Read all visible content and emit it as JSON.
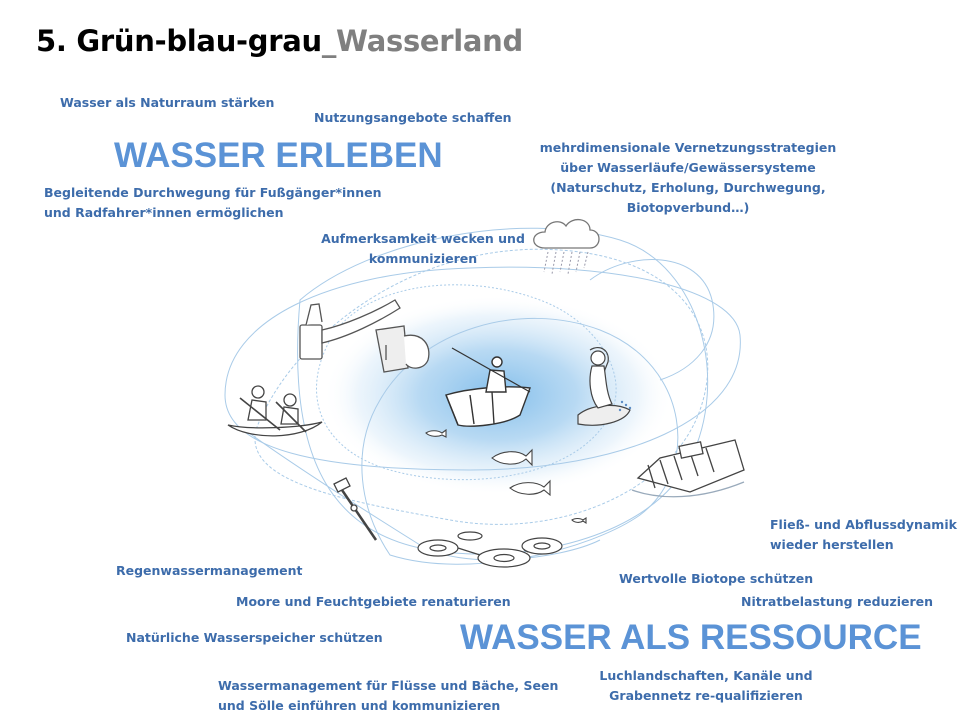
{
  "title": {
    "number": "5. Grün-blau-grau",
    "suffix": "_Wasserland"
  },
  "headings": {
    "erleben": "WASSER ERLEBEN",
    "ressource": "WASSER ALS RESSOURCE"
  },
  "labels": {
    "naturraum": "Wasser als Naturraum stärken",
    "nutzungsangebote": "Nutzungsangebote schaffen",
    "durchwegung_1": "Begleitende Durchwegung für  Fußgänger*innen",
    "durchwegung_2": "und Radfahrer*innen ermöglichen",
    "vernetzung_1": "mehrdimensionale Vernetzungsstrategien",
    "vernetzung_2": "über Wasserläufe/Gewässersysteme",
    "vernetzung_3": "(Naturschutz, Erholung, Durchwegung,",
    "vernetzung_4": "Biotopverbund…)",
    "aufmerksamkeit_1": "Aufmerksamkeit wecken und",
    "aufmerksamkeit_2": "kommunizieren",
    "fliess_1": "Fließ- und Abflussdynamik",
    "fliess_2": "wieder herstellen",
    "regenwasser": "Regenwassermanagement",
    "biotope": "Wertvolle Biotope schützen",
    "moore": "Moore und Feuchtgebiete renaturieren",
    "nitrat": "Nitratbelastung reduzieren",
    "wasserspeicher": "Natürliche Wasserspeicher schützen",
    "wassermanagement_1": "Wassermanagement für Flüsse und Bäche, Seen",
    "wassermanagement_2": "und Sölle einführen und kommunizieren",
    "luchland_1": "Luchlandschaften, Kanäle und",
    "luchland_2": "Grabennetz re-qualifizieren"
  },
  "colors": {
    "label": "#3d6cab",
    "heading": "#5b93d6",
    "title_suffix": "#7f7f7f",
    "water": "#9fcdef",
    "lines": "#a9cbe8"
  },
  "icons": [
    "tap-icon",
    "cup-icon",
    "cloud-rain-icon",
    "canoe-icon",
    "rowboat-icon",
    "mermaid-icon",
    "fish-icon",
    "barge-icon",
    "drain-pump-icon",
    "sewage-tanks-icon"
  ]
}
